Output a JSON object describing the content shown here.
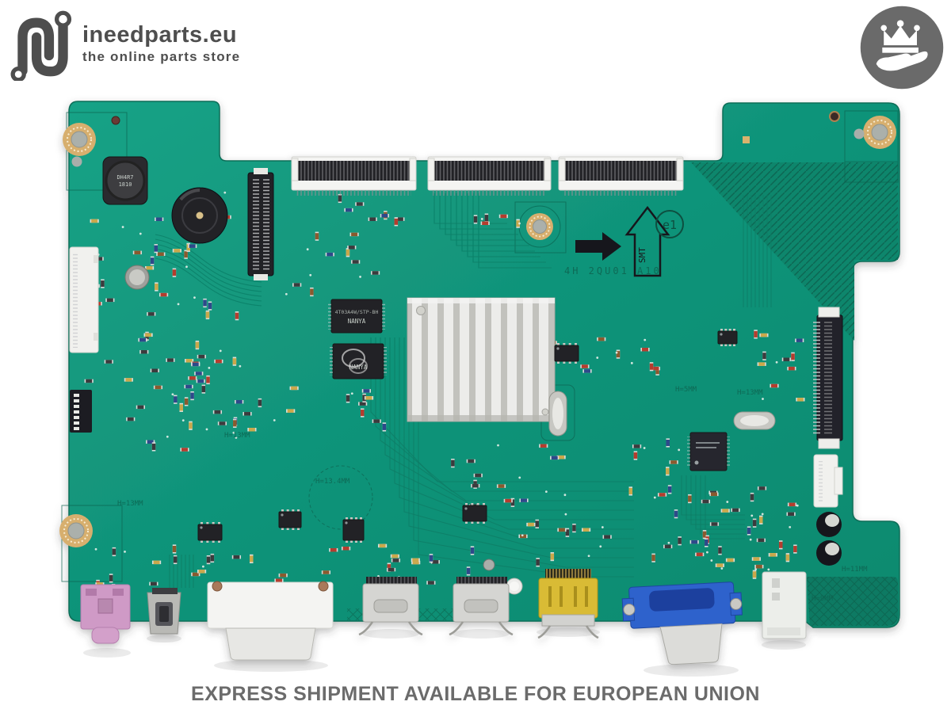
{
  "brand": {
    "name": "ineedparts.eu",
    "tagline": "the online parts store"
  },
  "caption": "EXPRESS SHIPMENT AVAILABLE FOR EUROPEAN UNION",
  "board": {
    "model": "4H 2QU01 A10",
    "emark": "e1",
    "smt_mark": "SMT",
    "inductor_line1": "DH4R7",
    "inductor_line2": "1810",
    "ram_label_1": "NANYA",
    "ram_label_2": "NANYA",
    "heights": {
      "left_mid": "H=13MM",
      "left_low": "H=13MM",
      "center": "H=13.4MM",
      "right_a": "H=5MM",
      "right_b": "H=13MM",
      "right_edge": "H=11MM",
      "corner": "H=9MM"
    },
    "colors": {
      "pcb": "#11947a",
      "pcb_dark": "#0b7a63",
      "silkscreen": "#0a6350",
      "audio_jack_pink": "#cf9ac6",
      "hdmi_yellow": "#d9bb35",
      "vga_blue": "#2f62cc",
      "heatsink_silver": "#e9e9e5"
    }
  }
}
